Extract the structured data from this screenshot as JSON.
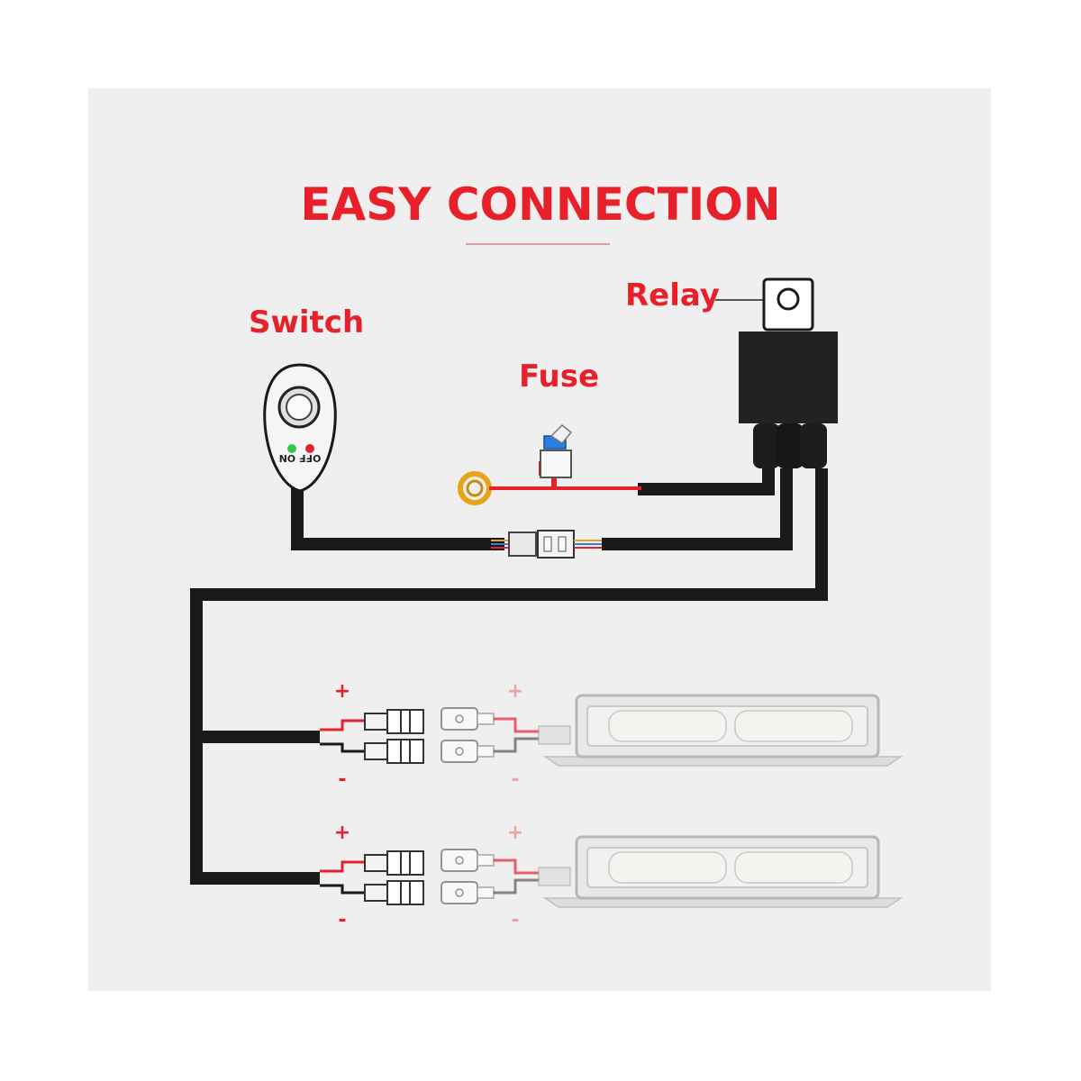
{
  "title": "EASY CONNECTION",
  "labels": {
    "switch": "Switch",
    "fuse": "Fuse",
    "relay": "Relay"
  },
  "switch_text": {
    "off_on": "OFF ON"
  },
  "polarity": {
    "plus": "+",
    "minus": "-"
  },
  "colors": {
    "accent": "#e8202a",
    "wire": "#1a1a1a",
    "positive_wire": "#e8202a",
    "indicator_green": "#2ecc40",
    "indicator_red": "#e8202a",
    "ring_terminal": "#e8a317",
    "fuse_blue": "#2a7fe0"
  }
}
